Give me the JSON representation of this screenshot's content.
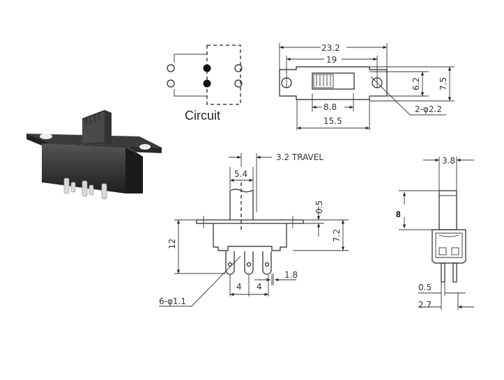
{
  "circuit": {
    "label": "Circuit"
  },
  "top_view": {
    "overall_length": "23.2",
    "hole_spacing": "19",
    "body_height": "6.2",
    "overall_height": "7.5",
    "slider_window": "8.8",
    "body_length": "15.5",
    "mount_holes": "2-φ2.2"
  },
  "front_view": {
    "travel": "3.2 TRAVEL",
    "actuator_width": "5.4",
    "flange_thickness": "0.5",
    "body_height": "7.2",
    "overall_height": "12",
    "pin_pitch_1": "4",
    "pin_pitch_2": "4",
    "pin_width": "1.8",
    "pin_holes": "6-φ1.1"
  },
  "side_view": {
    "actuator_width": "3.8",
    "actuator_height": "8",
    "pin_thickness": "0.5",
    "pin_spacing": "2.7"
  },
  "colors": {
    "line": "#222222",
    "photo_body": "#2b2b2b"
  }
}
